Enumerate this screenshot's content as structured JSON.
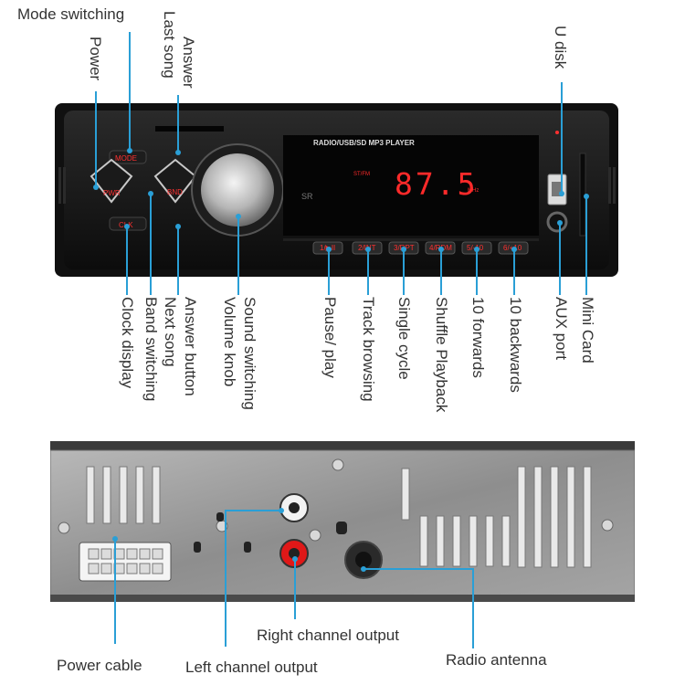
{
  "front": {
    "display_title": "RADIO/USB/SD MP3 PLAYER",
    "frequency": "87.5",
    "unit": "MHz",
    "stereo_indicator": "ST/FM",
    "buttons": {
      "mode": "MODE",
      "pwr": "PWR",
      "bnd": "BND",
      "clk": "CLK",
      "preset1": "1/▶II",
      "preset2": "2/INT",
      "preset3": "3/RPT",
      "preset4": "4/RDM",
      "preset5": "5/-10",
      "preset6": "6/+10"
    }
  },
  "labels": {
    "mode_switching": "Mode switching",
    "power": "Power",
    "answer_last_song_1": "Answer",
    "answer_last_song_2": "Last song",
    "u_disk": "U disk",
    "clock_display": "Clock display",
    "band_switching": "Band switching",
    "answer_next_1": "Answer button",
    "answer_next_2": "Next song",
    "sound_volume_1": "Sound switching",
    "sound_volume_2": "Volume knob",
    "pause_play": "Pause/ play",
    "track_browsing": "Track browsing",
    "single_cycle": "Single cycle",
    "shuffle_playback": "Shuffle Playback",
    "forwards10": "10 forwards",
    "backwards10": "10 backwards",
    "aux_port": "AUX port",
    "mini_card": "Mini Card",
    "right_channel": "Right channel output",
    "power_cable": "Power cable",
    "left_channel": "Left channel output",
    "radio_antenna": "Radio antenna"
  },
  "colors": {
    "accent_line": "#2a9fd6",
    "display_red": "#ff2a2a",
    "panel": "#141414"
  }
}
